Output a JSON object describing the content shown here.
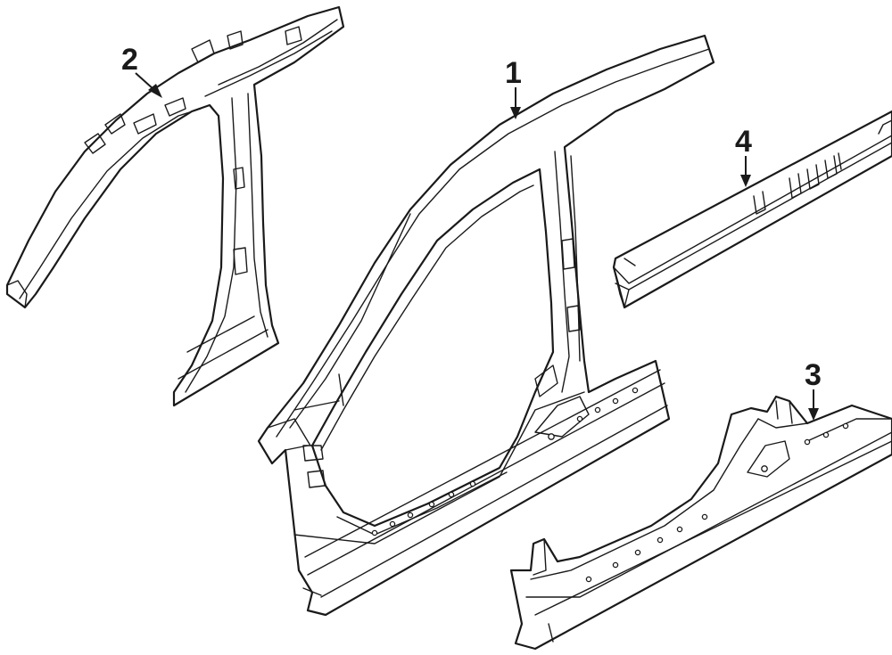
{
  "diagram": {
    "callouts": [
      {
        "id": "callout-1",
        "label": "1"
      },
      {
        "id": "callout-2",
        "label": "2"
      },
      {
        "id": "callout-3",
        "label": "3"
      },
      {
        "id": "callout-4",
        "label": "4"
      }
    ],
    "colors": {
      "stroke": "#1a1a1a",
      "background": "#ffffff"
    }
  }
}
